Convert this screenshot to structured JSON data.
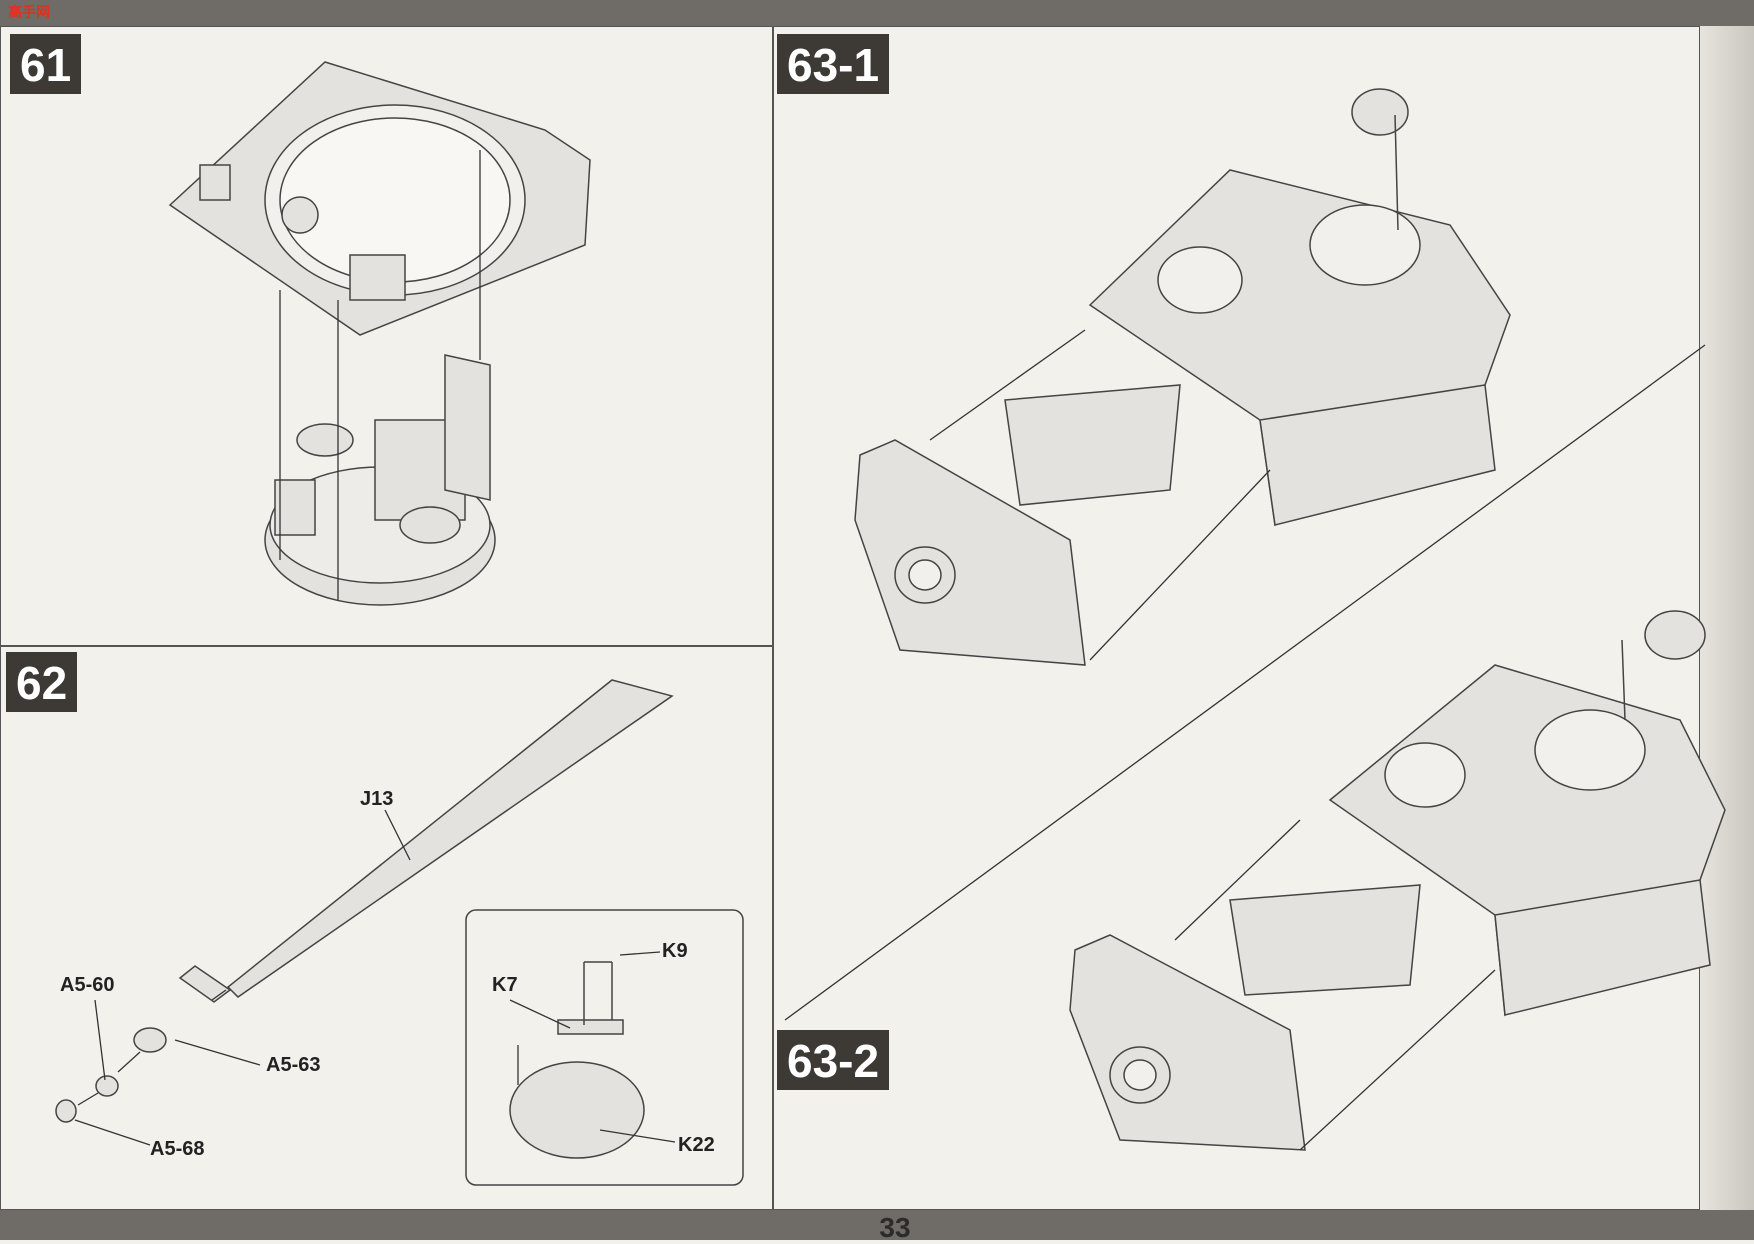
{
  "logo": "高手网",
  "page_number": "33",
  "steps": {
    "s61": "61",
    "s62": "62",
    "s63_1": "63-1",
    "s63_2": "63-2"
  },
  "parts": {
    "j13": "J13",
    "a5_60": "A5-60",
    "a5_63": "A5-63",
    "a5_68": "A5-68",
    "k9": "K9",
    "k7": "K7",
    "k22": "K22"
  }
}
